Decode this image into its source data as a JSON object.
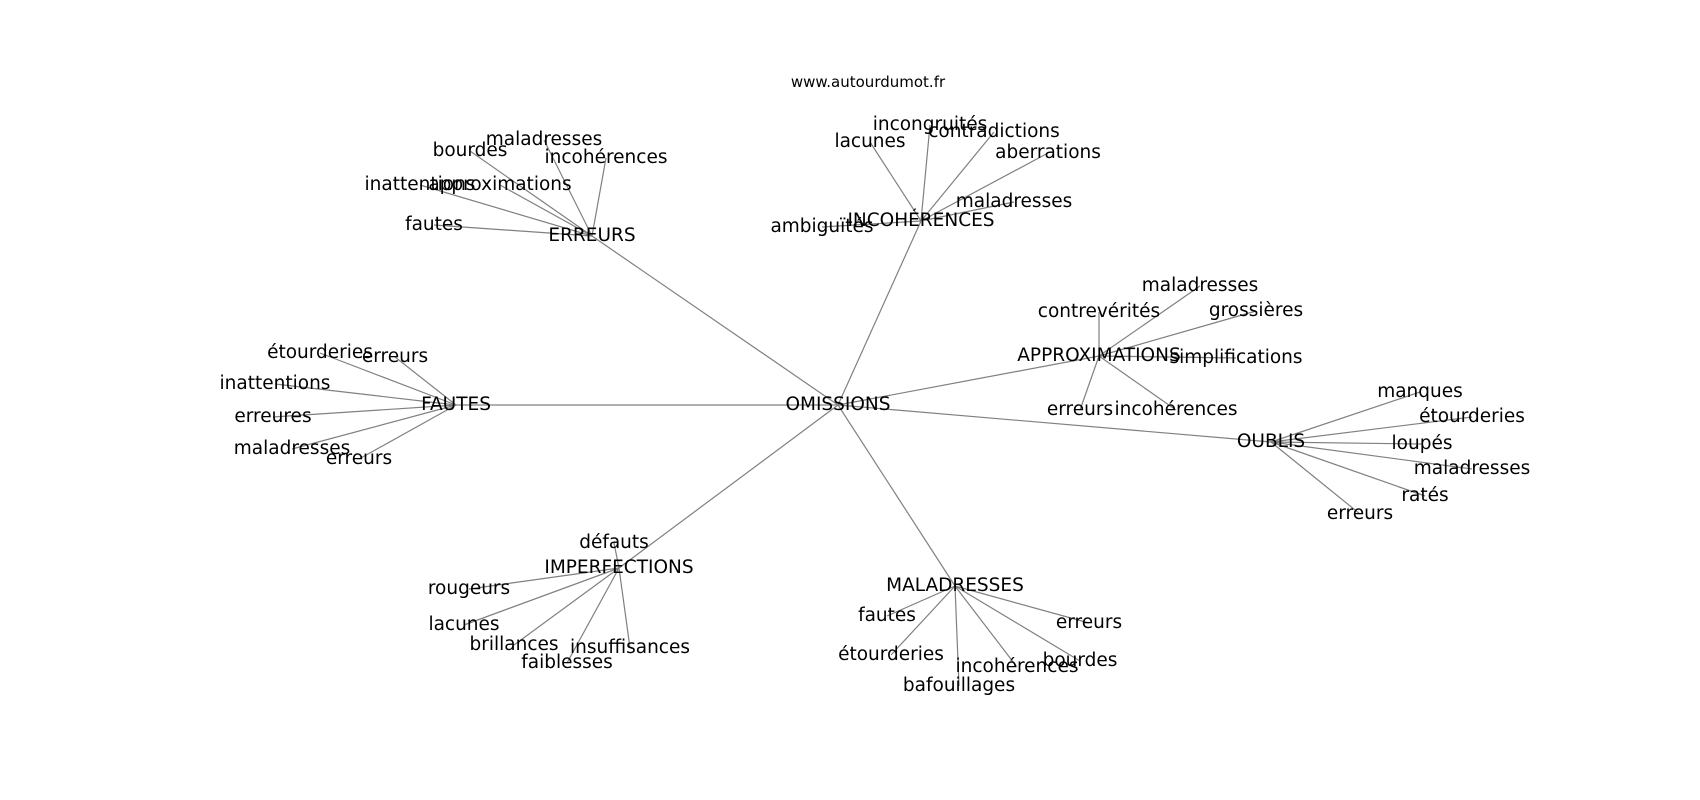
{
  "source": "www.autourdumot.fr",
  "colors": {
    "edge": "#808080",
    "text": "#000000",
    "background": "#ffffff"
  },
  "graph": {
    "root": {
      "id": "omissions",
      "label": "OMISSIONS"
    },
    "hubs": [
      {
        "id": "erreurs",
        "label": "ERREURS",
        "leaves": [
          "bourdes",
          "maladresses",
          "incohérences",
          "inattentions",
          "approximations",
          "fautes"
        ]
      },
      {
        "id": "incoherences",
        "label": "INCOHÉRENCES",
        "leaves": [
          "incongruités",
          "lacunes",
          "contradictions",
          "aberrations",
          "maladresses",
          "ambiguïtés"
        ]
      },
      {
        "id": "approximations",
        "label": "APPROXIMATIONS",
        "leaves": [
          "maladresses",
          "contrevérités",
          "grossières",
          "simplifications",
          "erreurs",
          "incohérences"
        ]
      },
      {
        "id": "fautes",
        "label": "FAUTES",
        "leaves": [
          "étourderies",
          "erreurs",
          "inattentions",
          "erreures",
          "maladresses",
          "erreurs"
        ]
      },
      {
        "id": "oublis",
        "label": "OUBLIS",
        "leaves": [
          "manques",
          "étourderies",
          "loupés",
          "maladresses",
          "ratés",
          "erreurs"
        ]
      },
      {
        "id": "imperfections",
        "label": "IMPERFECTIONS",
        "leaves": [
          "défauts",
          "rougeurs",
          "lacunes",
          "brillances",
          "insuffisances",
          "faiblesses"
        ]
      },
      {
        "id": "maladresses",
        "label": "MALADRESSES",
        "leaves": [
          "fautes",
          "erreurs",
          "étourderies",
          "incohérences",
          "bourdes",
          "bafouillages"
        ]
      }
    ]
  }
}
